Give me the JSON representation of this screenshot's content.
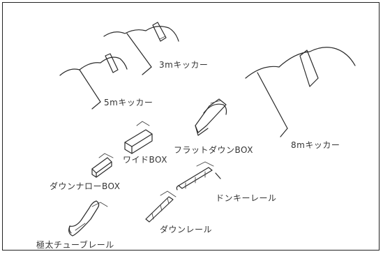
{
  "diagram": {
    "labels": {
      "kicker_3m": "3mキッカー",
      "kicker_5m": "5mキッカー",
      "kicker_8m": "8mキッカー",
      "wide_box": "ワイドBOX",
      "flat_down_box": "フラットダウンBOX",
      "down_narrow_box": "ダウンナローBOX",
      "donkey_rail": "ドンキーレール",
      "down_rail": "ダウンレール",
      "thick_tube_rail": "極太チューブレール"
    }
  }
}
